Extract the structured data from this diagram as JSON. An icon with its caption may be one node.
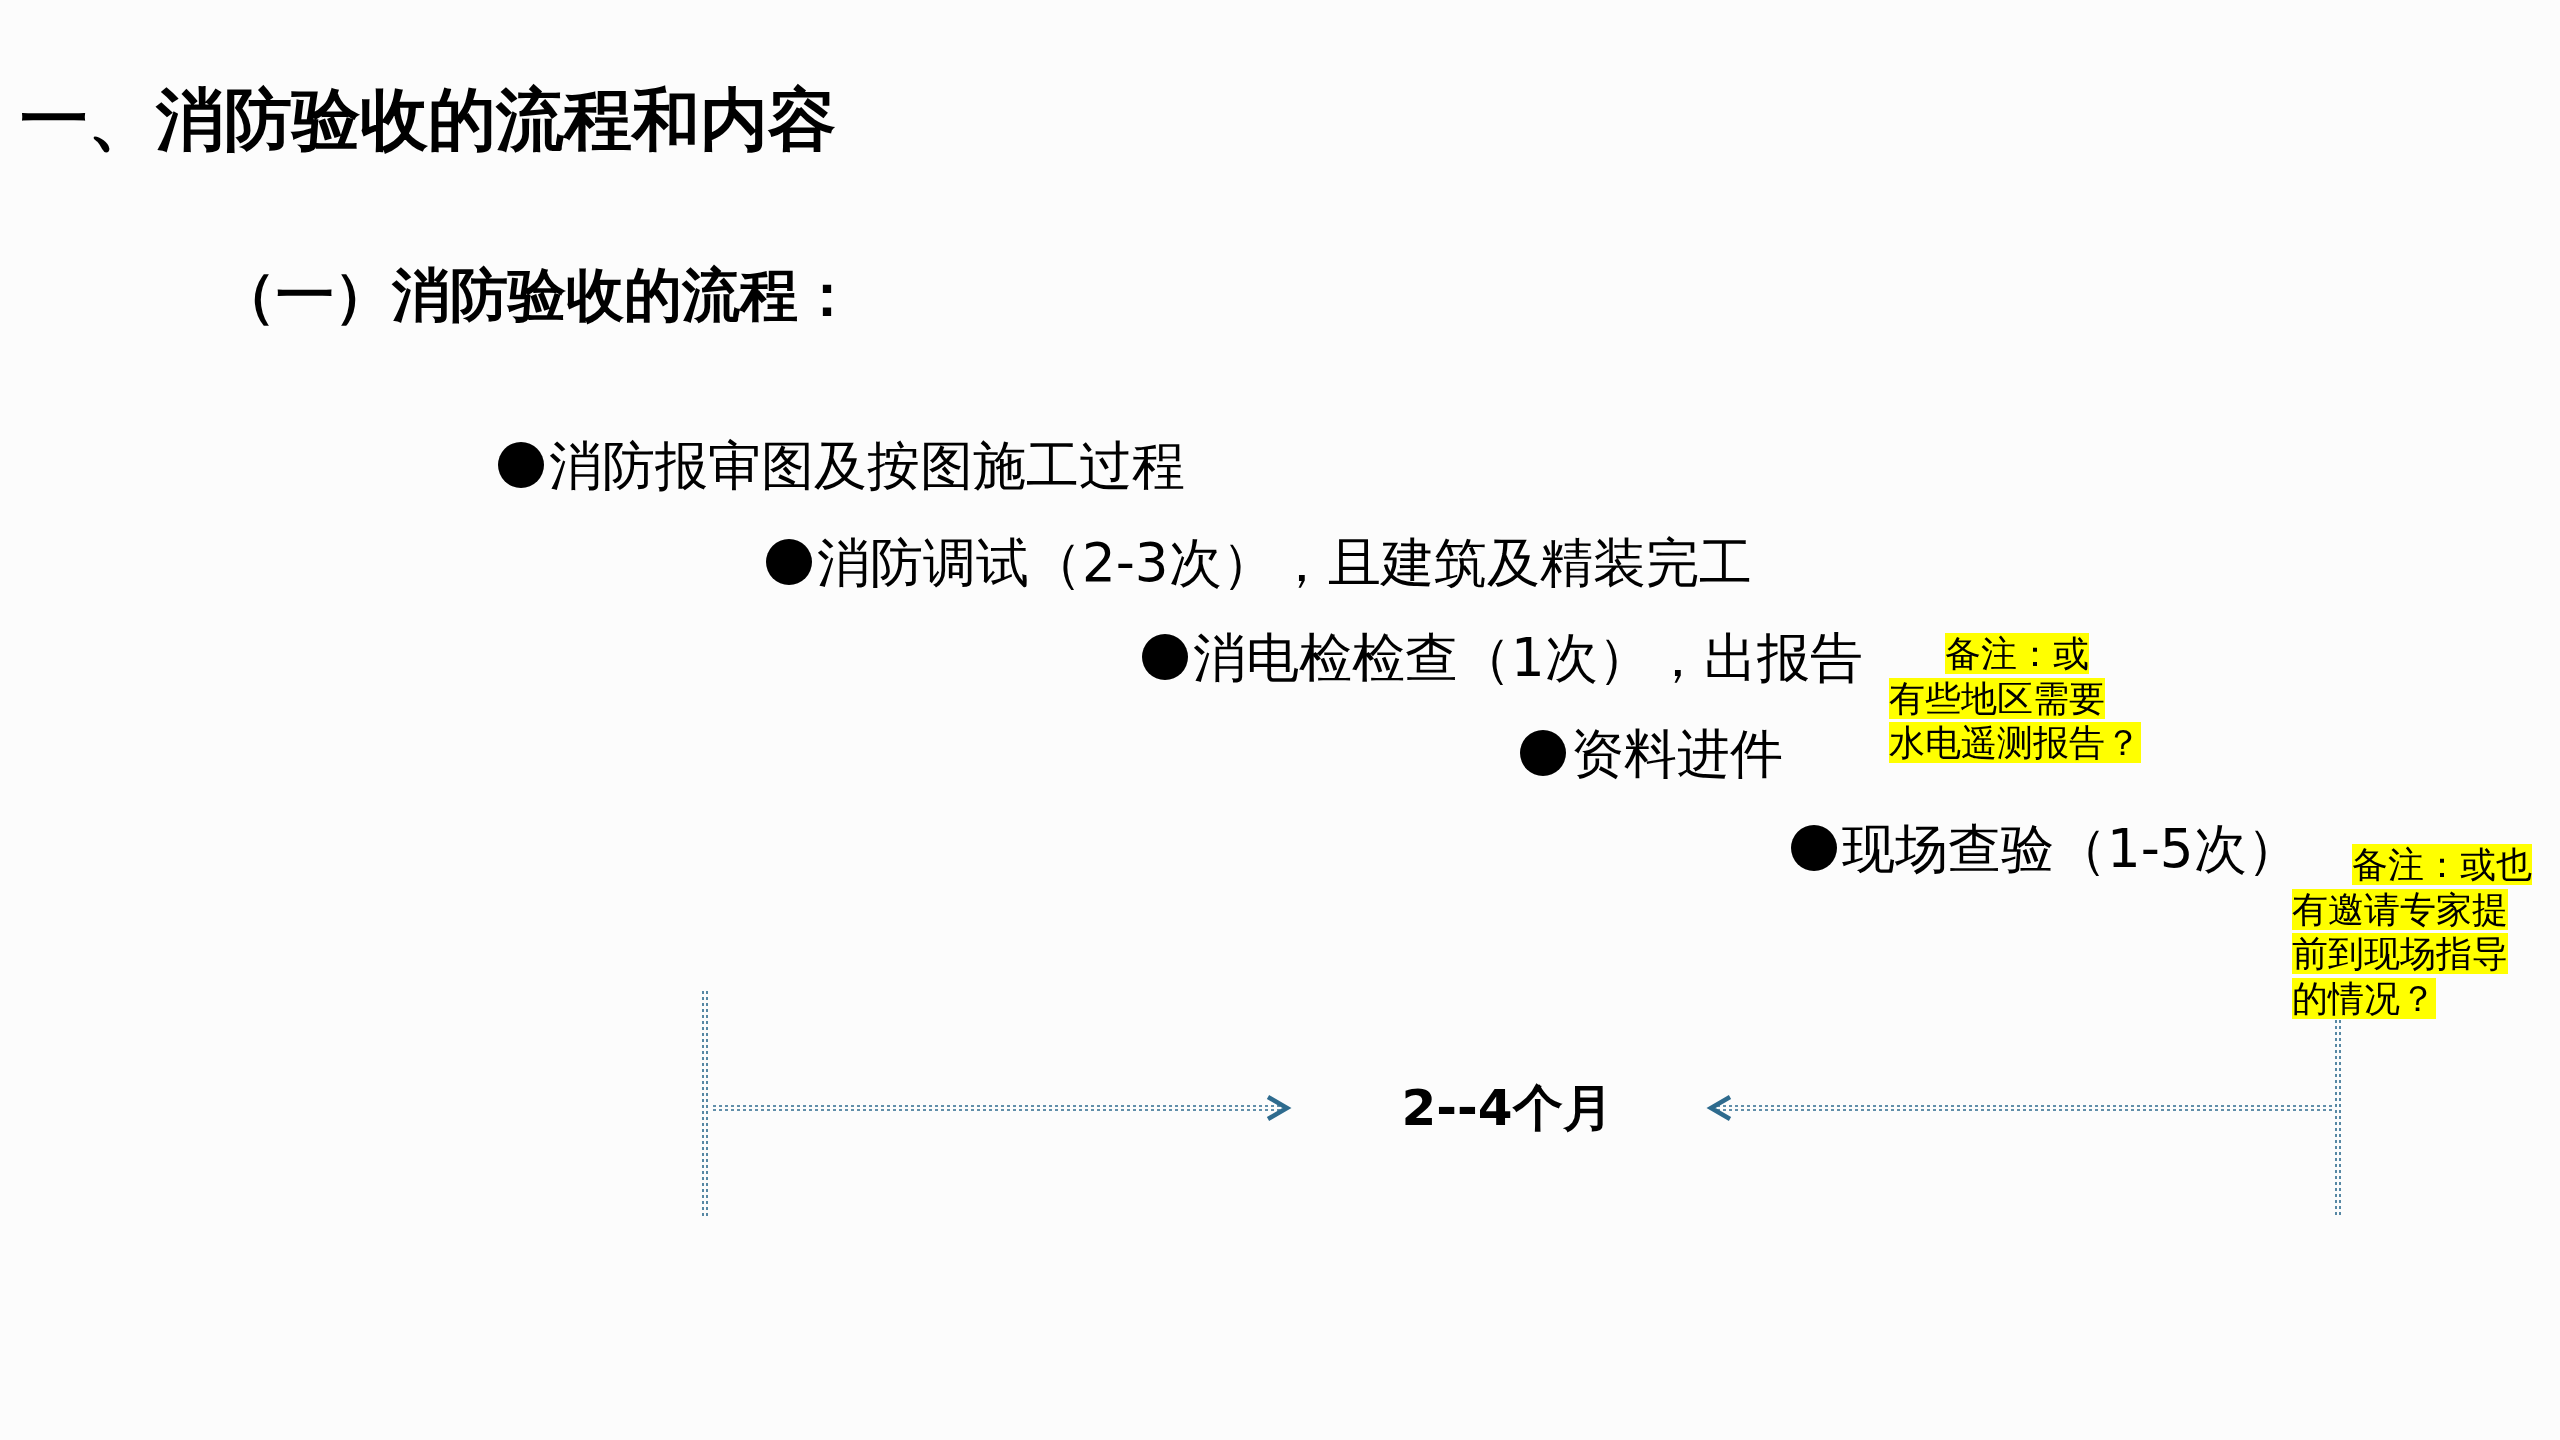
{
  "diagram": {
    "title": "一、消防验收的流程和内容",
    "labels": [
      "（一）消防验收的流程：",
      "消防报审图及按图施工过程",
      "消防调试（2-3次），且建筑及精装完工",
      "消电检检查（1次），出报告",
      "备注：或有些地区需要水电遥测报告？",
      "资料进件",
      "现场查验（1-5次）",
      "备注：或也有邀请专家提前到现场指导的情况？",
      "2--4个月"
    ]
  }
}
